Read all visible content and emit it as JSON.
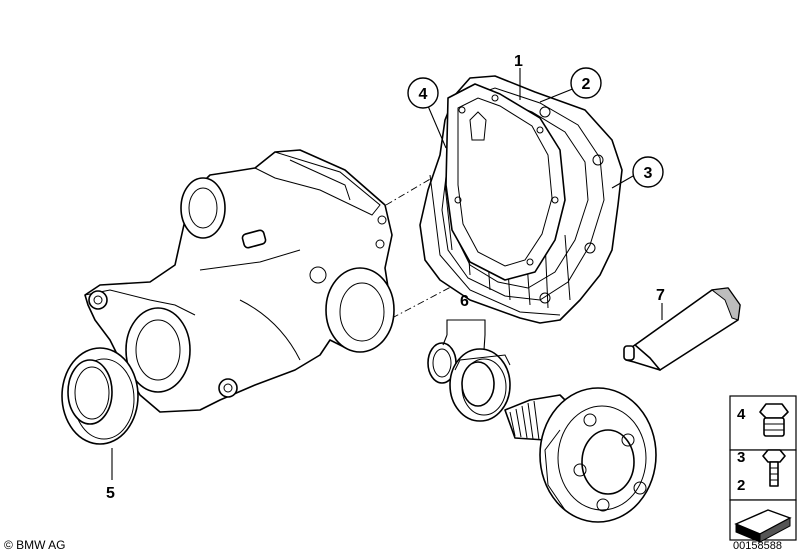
{
  "callouts": {
    "c1": "1",
    "c2": "2",
    "c3": "3",
    "c4": "4",
    "c5": "5",
    "c6": "6",
    "c7": "7"
  },
  "legend": {
    "item4": "4",
    "item3": "3",
    "item2": "2"
  },
  "footer": {
    "copyright": "© BMW AG",
    "diagram_id": "00158588"
  }
}
